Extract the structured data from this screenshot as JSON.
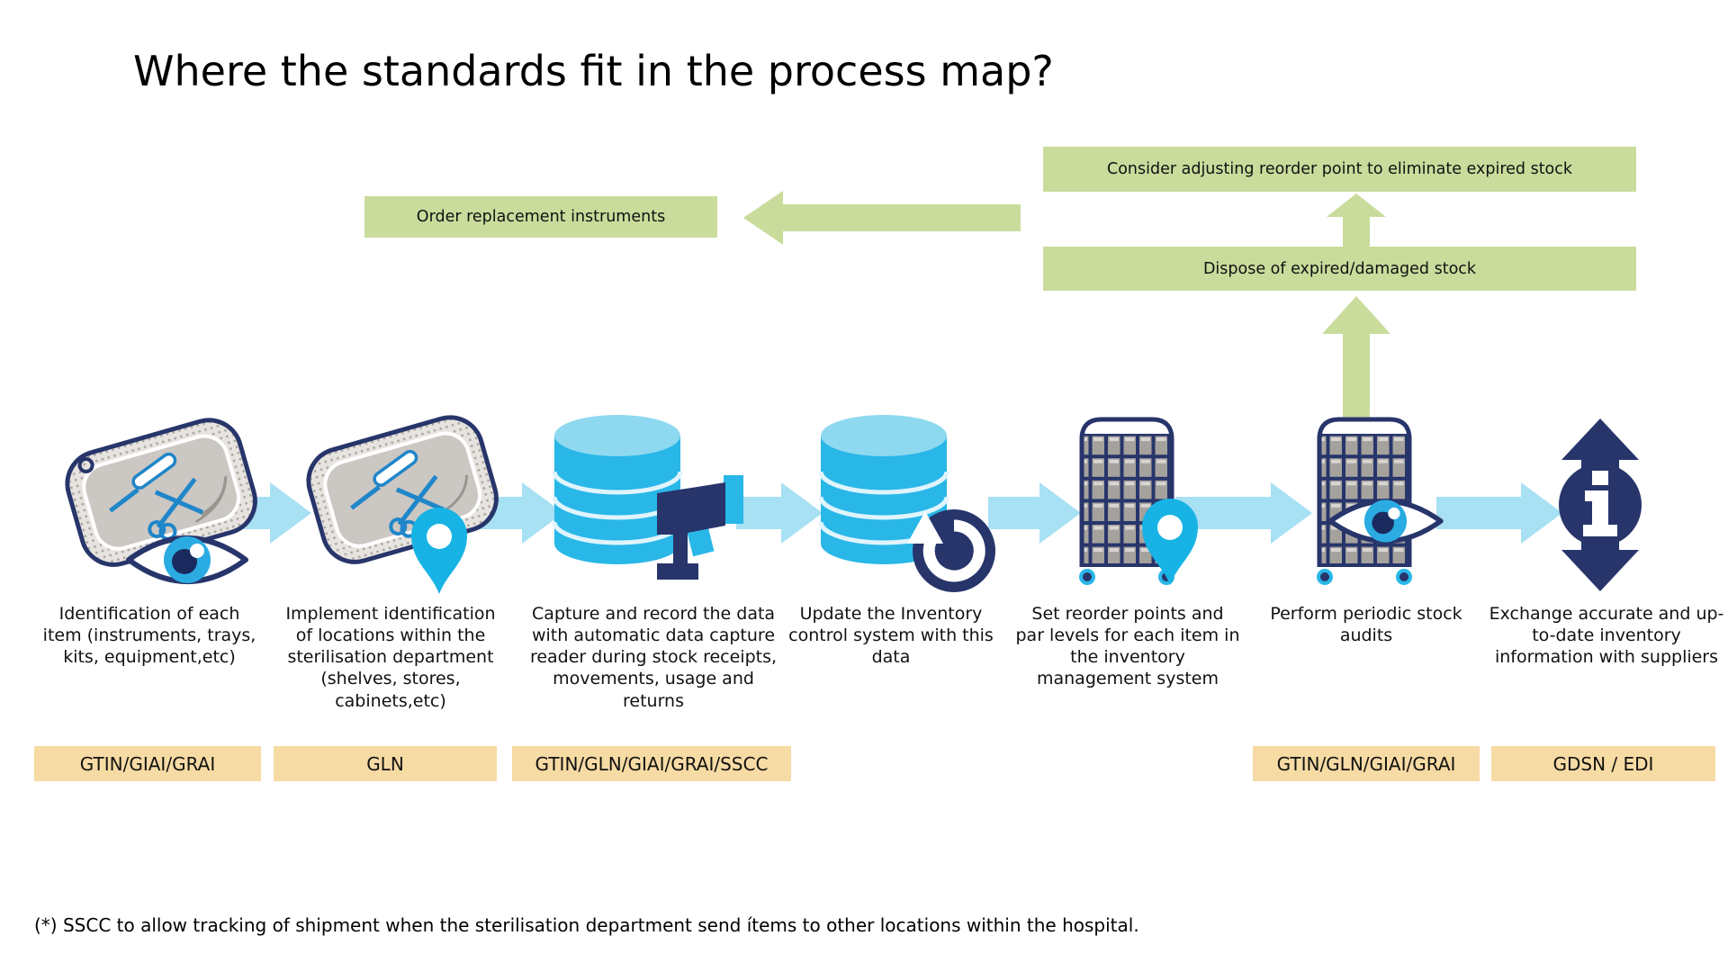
{
  "title": "Where the standards fit in the process map?",
  "colors": {
    "green": "#c9dc9c",
    "tan": "#f7dba4",
    "ablue": "#a8e0f4",
    "cyan": "#29b7e8",
    "navy": "#27356b",
    "grey_cell": "#a5a19d"
  },
  "callouts": {
    "order": "Order replacement instruments",
    "consider": "Consider adjusting reorder point to eliminate expired stock",
    "dispose": "Dispose of expired/damaged stock"
  },
  "steps": [
    {
      "icon": "tray-eye-icon",
      "caption": "Identification of each item (instruments, trays, kits, equipment,etc)",
      "standard": "GTIN/GIAI/GRAI"
    },
    {
      "icon": "tray-pin-icon",
      "caption": "Implement identification of locations within the sterilisation department (shelves, stores, cabinets,etc)",
      "standard": "GLN"
    },
    {
      "icon": "database-scanner-icon",
      "caption": "Capture and record the data with automatic data capture reader during stock receipts, movements, usage and returns",
      "standard": "GTIN/GLN/GIAI/GRAI/SSCC"
    },
    {
      "icon": "database-refresh-icon",
      "caption": "Update the Inventory control system with this data",
      "standard": ""
    },
    {
      "icon": "rack-pin-icon",
      "caption": "Set reorder points and par levels for each item in the inventory management system",
      "standard": ""
    },
    {
      "icon": "rack-eye-icon",
      "caption": "Perform periodic stock audits",
      "standard": "GTIN/GLN/GIAI/GRAI"
    },
    {
      "icon": "info-exchange-icon",
      "caption": "Exchange accurate and up-to-date inventory information with suppliers",
      "standard": "GDSN / EDI"
    }
  ],
  "footnote": "(*) SSCC to allow tracking of shipment when the sterilisation department send ítems to other locations within the hospital."
}
